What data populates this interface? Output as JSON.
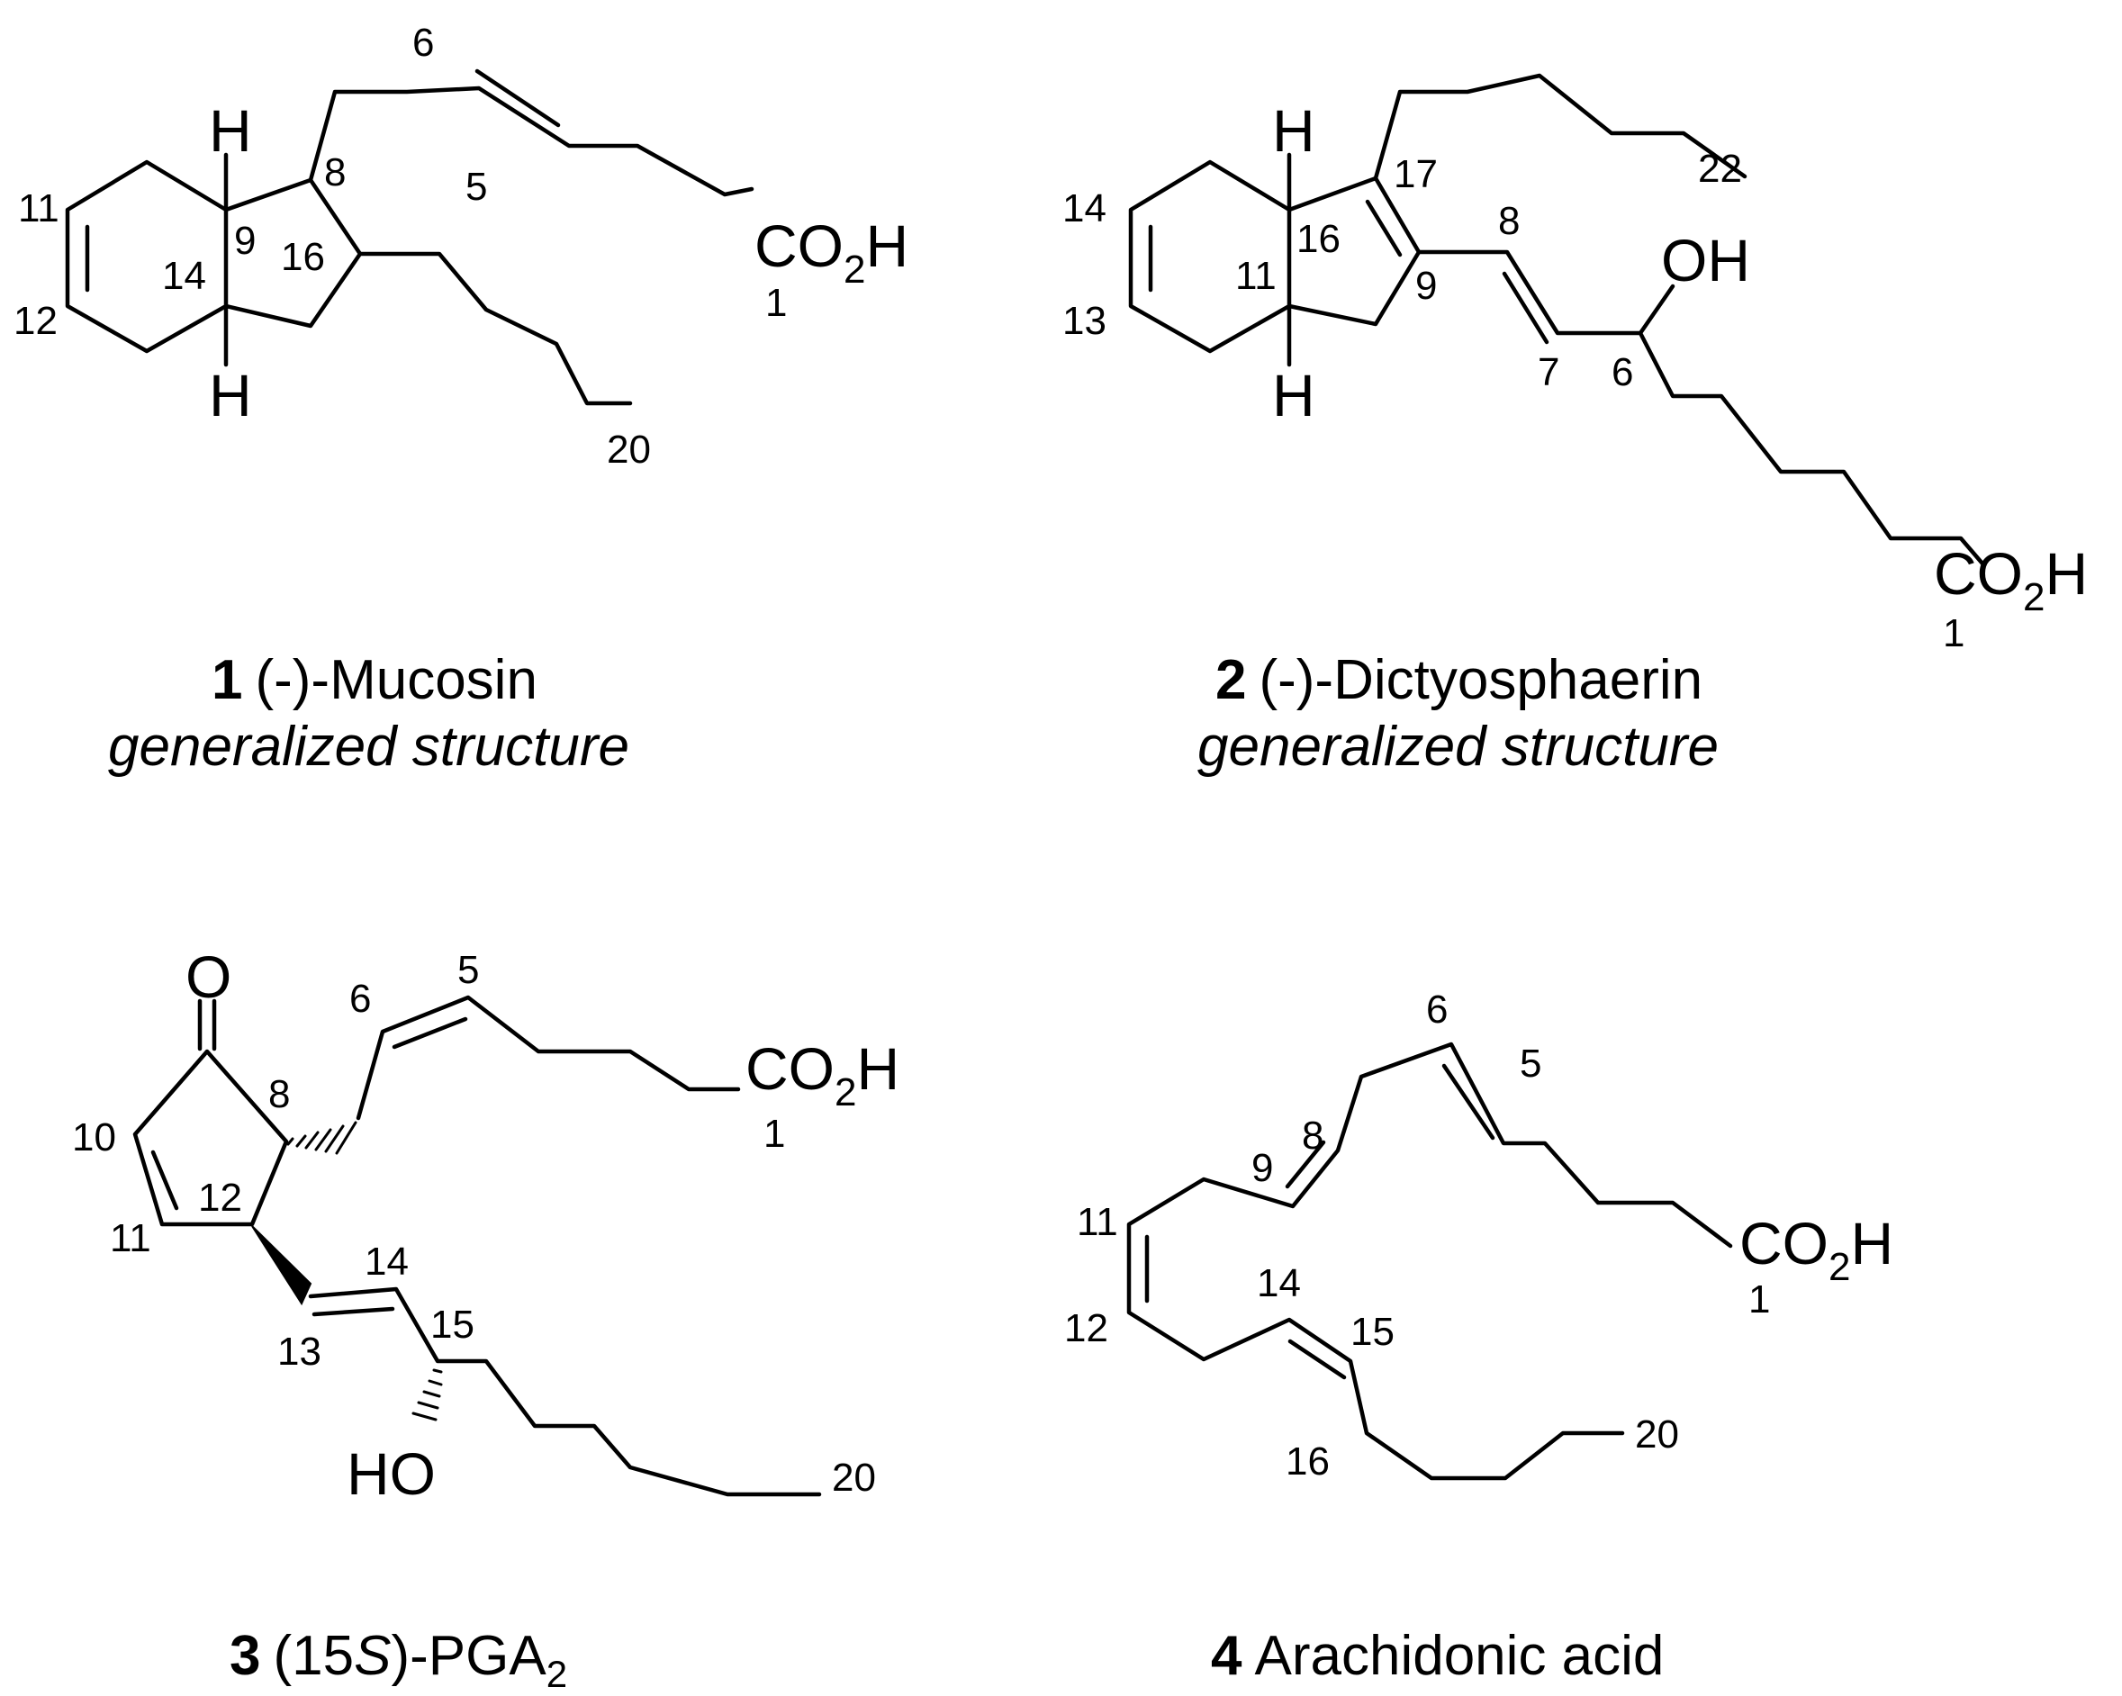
{
  "compounds": [
    {
      "number": "1",
      "name": "(-)-Mucosin",
      "note": "generalized structure",
      "atoms": {
        "H_top": "H",
        "H_bottom": "H",
        "acid": "CO",
        "acid_sub": "2",
        "acid_h": "H"
      },
      "locants": [
        "6",
        "5",
        "8",
        "9",
        "16",
        "11",
        "12",
        "14",
        "1",
        "20"
      ]
    },
    {
      "number": "2",
      "name": "(-)-Dictyosphaerin",
      "note": "generalized structure",
      "atoms": {
        "H_top": "H",
        "H_bottom": "H",
        "hydroxyl": "OH",
        "acid": "CO",
        "acid_sub": "2",
        "acid_h": "H"
      },
      "locants": [
        "22",
        "17",
        "14",
        "16",
        "8",
        "13",
        "11",
        "9",
        "7",
        "6",
        "1"
      ]
    },
    {
      "number": "3",
      "name_prefix": "(15",
      "name_italic": "S",
      "name_mid": ")-PGA",
      "name_sub": "2",
      "atoms": {
        "oxo": "O",
        "hydroxyl": "HO",
        "acid": "CO",
        "acid_sub": "2",
        "acid_h": "H"
      },
      "locants": [
        "6",
        "5",
        "10",
        "8",
        "11",
        "12",
        "14",
        "13",
        "15",
        "1",
        "20"
      ]
    },
    {
      "number": "4",
      "name": "Arachidonic acid",
      "atoms": {
        "acid": "CO",
        "acid_sub": "2",
        "acid_h": "H"
      },
      "locants": [
        "6",
        "5",
        "9",
        "8",
        "11",
        "12",
        "14",
        "15",
        "16",
        "1",
        "20"
      ]
    }
  ]
}
